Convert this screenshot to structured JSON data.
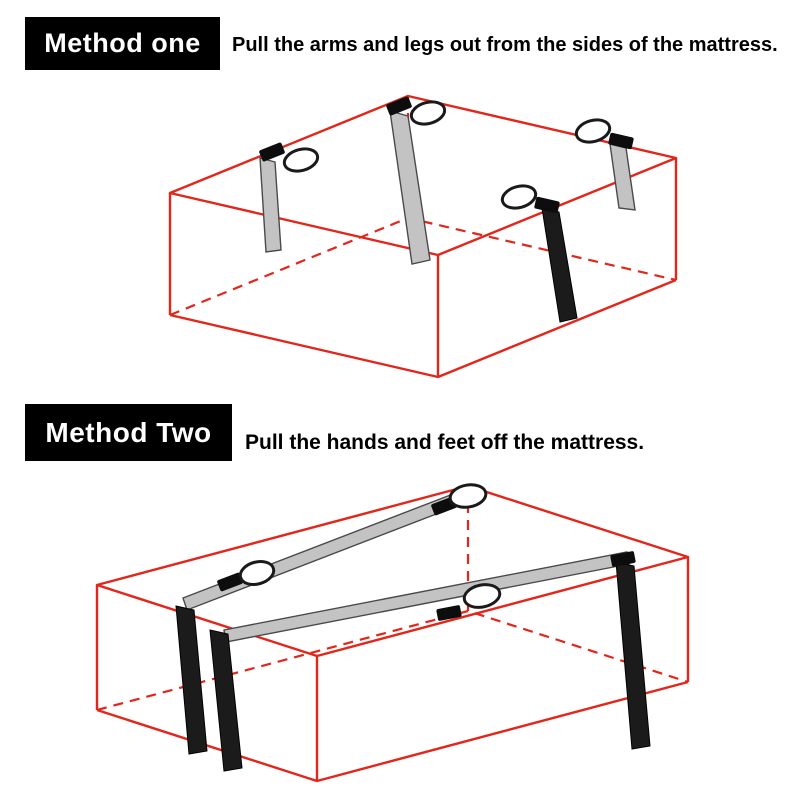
{
  "sections": [
    {
      "label": "Method one",
      "description": "Pull the arms and legs out from the sides of the mattress."
    },
    {
      "label": "Method Two",
      "description": "Pull the hands and feet off the mattress."
    }
  ],
  "colors": {
    "wireframe_red": "#e3261b",
    "label_bg": "#000000",
    "label_text": "#ffffff",
    "strap_gray": "#c3c3c3",
    "strap_gray_edge": "#4a4a4a",
    "strap_black": "#1b1b1b",
    "ring_fill": "#ffffff",
    "ring_stroke": "#1a1a1a",
    "background": "#ffffff"
  }
}
